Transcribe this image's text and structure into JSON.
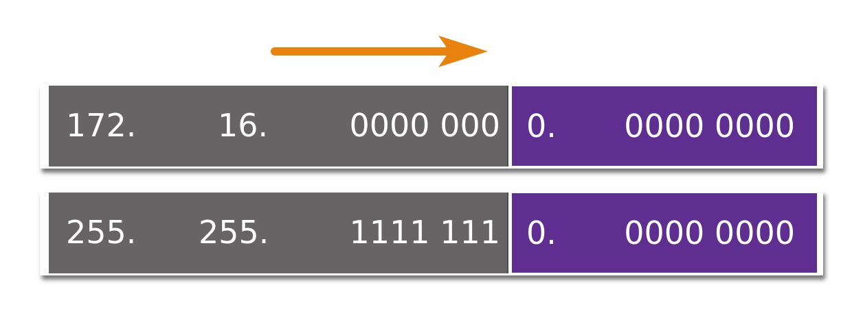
{
  "colors": {
    "arrow": "#E8820C",
    "network_segment": "#666465",
    "host_segment": "#5E2E91",
    "text": "#FFFFFF"
  },
  "rows": [
    {
      "network": [
        "172.",
        "16.",
        "0000 000"
      ],
      "host": [
        "0.",
        "0000 0000"
      ]
    },
    {
      "network": [
        "255.",
        "255.",
        "1111 111"
      ],
      "host": [
        "0.",
        "0000 0000"
      ]
    }
  ]
}
